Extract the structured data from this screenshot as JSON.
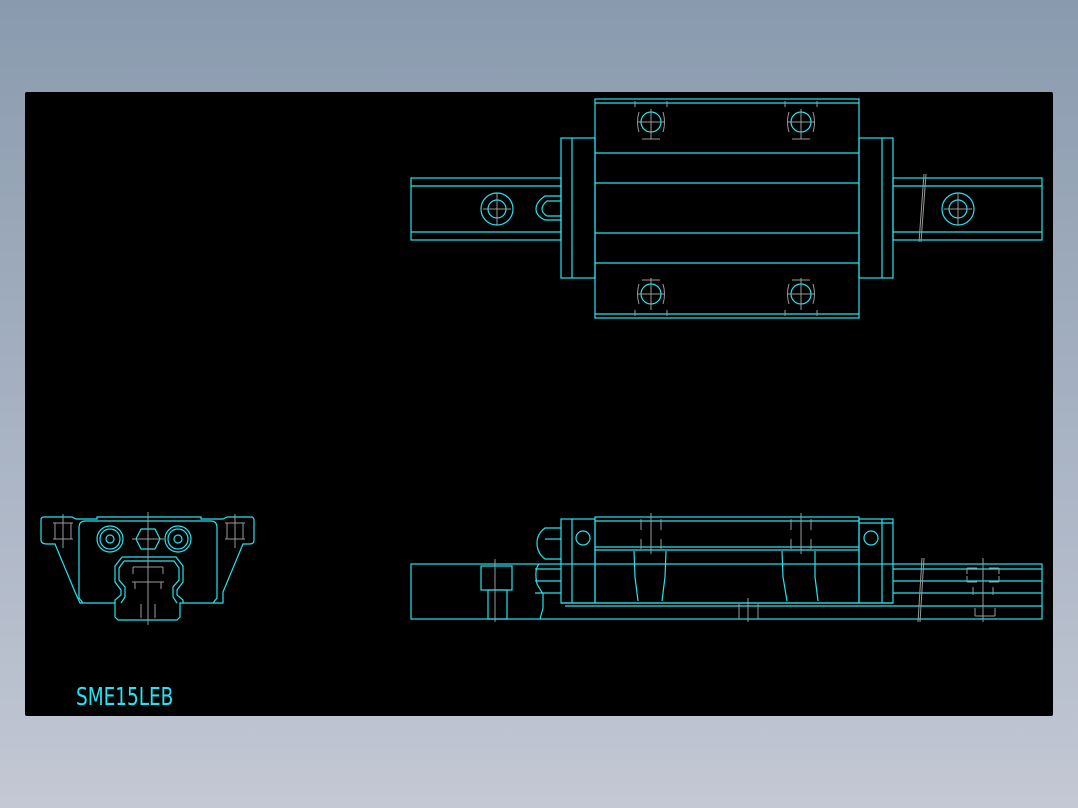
{
  "drawing": {
    "title": "SME15LEB",
    "colors": {
      "background_top": "#8a9aae",
      "background_bottom": "#c3c8d4",
      "canvas": "#000000",
      "line": "#26e3f0",
      "centerline": "#9a9a9a"
    },
    "views": [
      {
        "name": "end-view",
        "description": "Front end section of carriage block on rail"
      },
      {
        "name": "top-view",
        "description": "Plan view of carriage on rail with mounting holes"
      },
      {
        "name": "side-view",
        "description": "Side elevation of carriage on rail"
      }
    ]
  }
}
